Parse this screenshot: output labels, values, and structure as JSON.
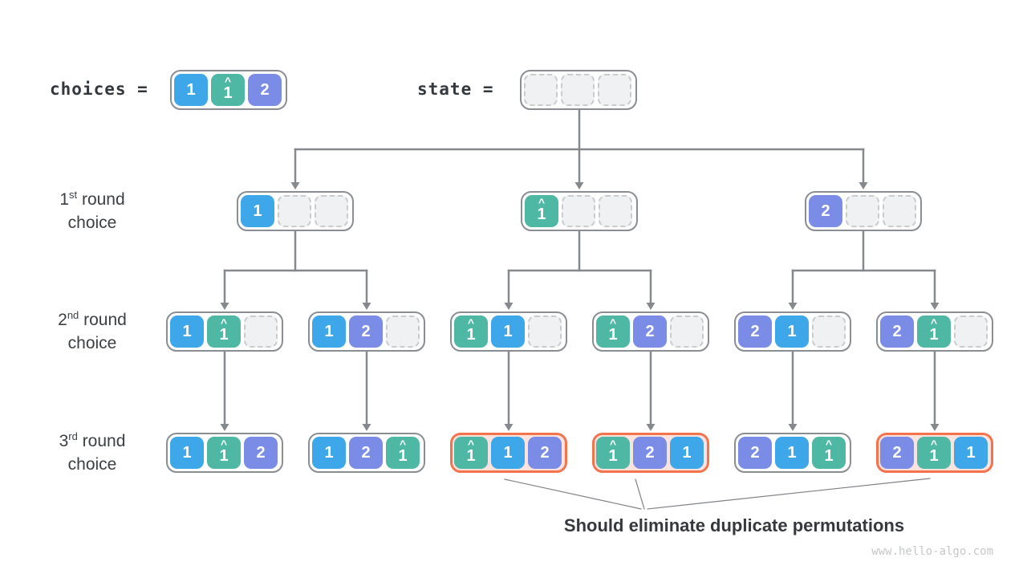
{
  "header": {
    "choices_label": "choices = ",
    "state_label": "state = ",
    "choices_cells": [
      {
        "v": "1",
        "c": "blue"
      },
      {
        "v": "1",
        "c": "teal",
        "hat": true
      },
      {
        "v": "2",
        "c": "purple"
      }
    ],
    "state_cells": [
      null,
      null,
      null
    ]
  },
  "round_labels": [
    {
      "ordinal": "1",
      "suffix": "st",
      "line1_rest": " round",
      "line2": "choice"
    },
    {
      "ordinal": "2",
      "suffix": "nd",
      "line1_rest": " round",
      "line2": "choice"
    },
    {
      "ordinal": "3",
      "suffix": "rd",
      "line1_rest": " round",
      "line2": "choice"
    }
  ],
  "round1": [
    {
      "cells": [
        {
          "v": "1",
          "c": "blue"
        },
        null,
        null
      ],
      "highlight": false
    },
    {
      "cells": [
        {
          "v": "1",
          "c": "teal",
          "hat": true
        },
        null,
        null
      ],
      "highlight": false
    },
    {
      "cells": [
        {
          "v": "2",
          "c": "purple"
        },
        null,
        null
      ],
      "highlight": false
    }
  ],
  "round2": [
    {
      "cells": [
        {
          "v": "1",
          "c": "blue"
        },
        {
          "v": "1",
          "c": "teal",
          "hat": true
        },
        null
      ],
      "highlight": false
    },
    {
      "cells": [
        {
          "v": "1",
          "c": "blue"
        },
        {
          "v": "2",
          "c": "purple"
        },
        null
      ],
      "highlight": false
    },
    {
      "cells": [
        {
          "v": "1",
          "c": "teal",
          "hat": true
        },
        {
          "v": "1",
          "c": "blue"
        },
        null
      ],
      "highlight": false
    },
    {
      "cells": [
        {
          "v": "1",
          "c": "teal",
          "hat": true
        },
        {
          "v": "2",
          "c": "purple"
        },
        null
      ],
      "highlight": false
    },
    {
      "cells": [
        {
          "v": "2",
          "c": "purple"
        },
        {
          "v": "1",
          "c": "blue"
        },
        null
      ],
      "highlight": false
    },
    {
      "cells": [
        {
          "v": "2",
          "c": "purple"
        },
        {
          "v": "1",
          "c": "teal",
          "hat": true
        },
        null
      ],
      "highlight": false
    }
  ],
  "round3": [
    {
      "cells": [
        {
          "v": "1",
          "c": "blue"
        },
        {
          "v": "1",
          "c": "teal",
          "hat": true
        },
        {
          "v": "2",
          "c": "purple"
        }
      ],
      "highlight": false
    },
    {
      "cells": [
        {
          "v": "1",
          "c": "blue"
        },
        {
          "v": "2",
          "c": "purple"
        },
        {
          "v": "1",
          "c": "teal",
          "hat": true
        }
      ],
      "highlight": false
    },
    {
      "cells": [
        {
          "v": "1",
          "c": "teal",
          "hat": true
        },
        {
          "v": "1",
          "c": "blue"
        },
        {
          "v": "2",
          "c": "purple"
        }
      ],
      "highlight": true
    },
    {
      "cells": [
        {
          "v": "1",
          "c": "teal",
          "hat": true
        },
        {
          "v": "2",
          "c": "purple"
        },
        {
          "v": "1",
          "c": "blue"
        }
      ],
      "highlight": true
    },
    {
      "cells": [
        {
          "v": "2",
          "c": "purple"
        },
        {
          "v": "1",
          "c": "blue"
        },
        {
          "v": "1",
          "c": "teal",
          "hat": true
        }
      ],
      "highlight": false
    },
    {
      "cells": [
        {
          "v": "2",
          "c": "purple"
        },
        {
          "v": "1",
          "c": "teal",
          "hat": true
        },
        {
          "v": "1",
          "c": "blue"
        }
      ],
      "highlight": true
    }
  ],
  "hat_glyph": "^",
  "caption": "Should eliminate duplicate permutations",
  "watermark": "www.hello-algo.com",
  "colors": {
    "blue": "#3da7e9",
    "teal": "#4eb8a5",
    "purple": "#7b8ce6",
    "orange": "#f3744c",
    "orange_bg": "#fbe2de",
    "wire": "#85888c",
    "thin_line": "#7d8084"
  }
}
